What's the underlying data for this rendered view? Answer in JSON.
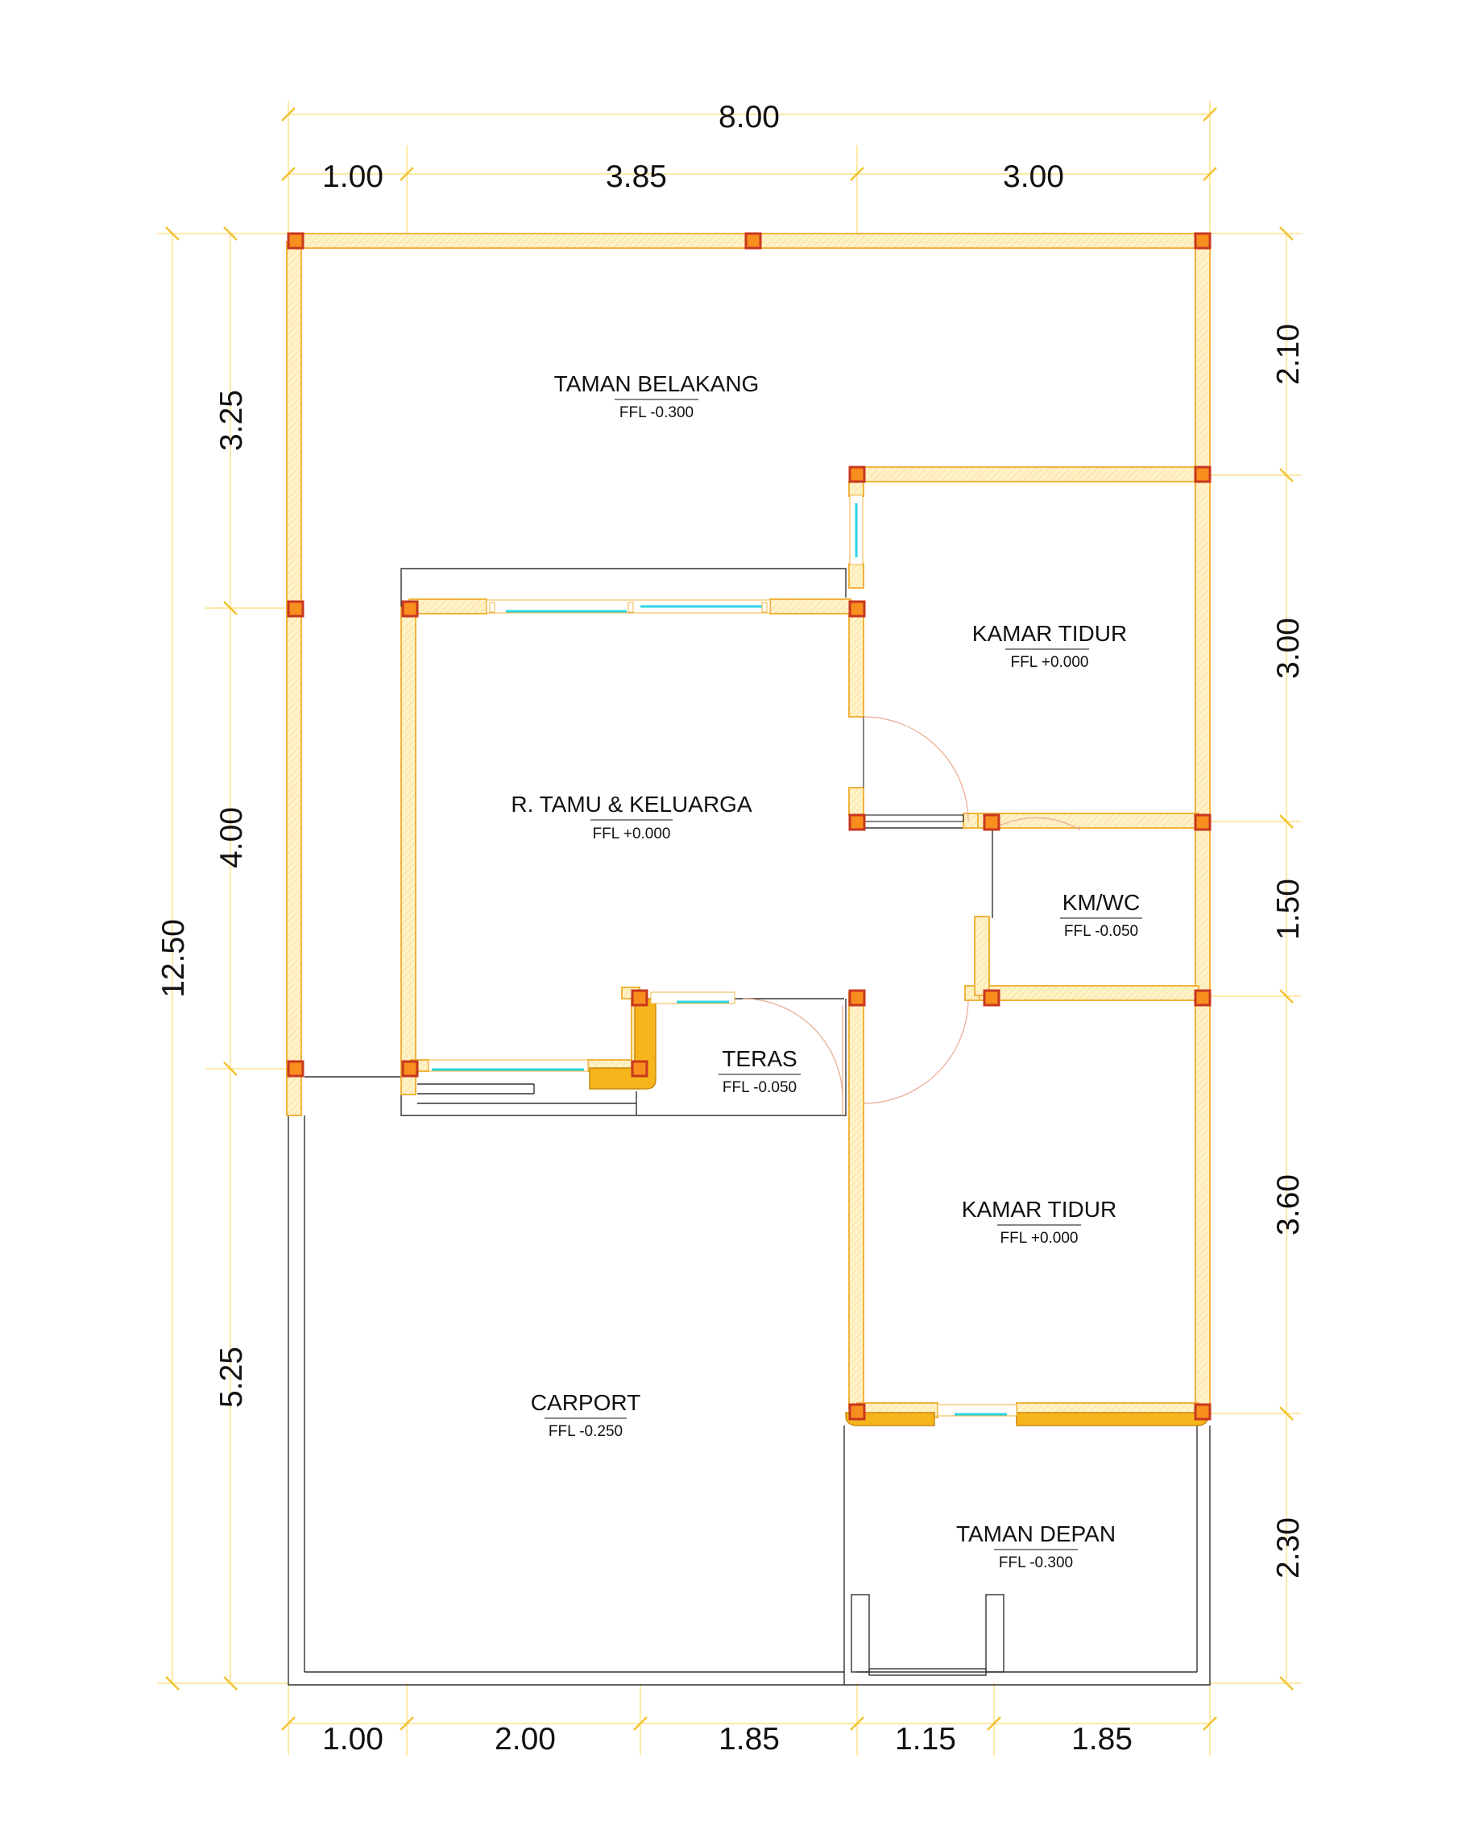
{
  "dimensions": {
    "top_total": "8.00",
    "top_parts": [
      "1.00",
      "3.85",
      "3.00"
    ],
    "bottom_parts": [
      "1.00",
      "2.00",
      "1.85",
      "1.15",
      "1.85"
    ],
    "left_parts": [
      "3.25",
      "4.00",
      "5.25"
    ],
    "left_total": "12.50",
    "right_parts": [
      "2.10",
      "3.00",
      "1.50",
      "3.60",
      "2.30"
    ]
  },
  "rooms": [
    {
      "name": "TAMAN BELAKANG",
      "level": "FFL -0.300"
    },
    {
      "name": "KAMAR TIDUR",
      "level": "FFL +0.000"
    },
    {
      "name": "R. TAMU & KELUARGA",
      "level": "FFL +0.000"
    },
    {
      "name": "KM/WC",
      "level": "FFL -0.050"
    },
    {
      "name": "TERAS",
      "level": "FFL -0.050"
    },
    {
      "name": "KAMAR TIDUR",
      "level": "FFL +0.000"
    },
    {
      "name": "CARPORT",
      "level": "FFL -0.250"
    },
    {
      "name": "TAMAN DEPAN",
      "level": "FFL -0.300"
    }
  ],
  "colors": {
    "wall_fill": "#FFF2C6",
    "wall_stroke": "#F2B33D",
    "column_fill": "#F78E1E",
    "column_stroke": "#C8371F",
    "glass": "#29D6E3",
    "dim_line": "#FFE289",
    "ink": "#1A1A1A"
  }
}
